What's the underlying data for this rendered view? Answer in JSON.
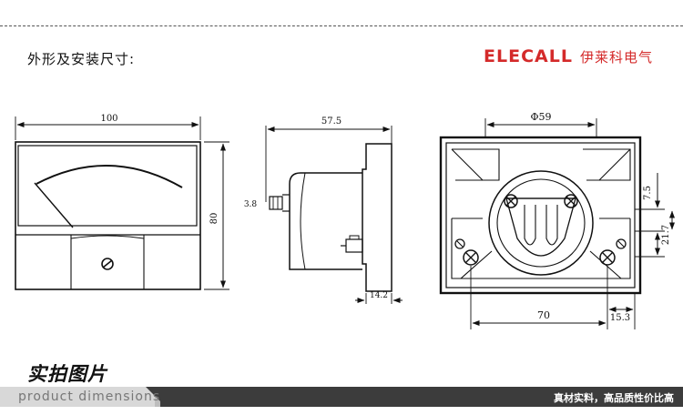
{
  "header": {
    "title": "外形及安装尺寸:",
    "brand_latin": "ELECALL",
    "brand_cn": "伊莱科电气"
  },
  "front_view": {
    "width_dim": "100",
    "height_dim": "80"
  },
  "side_view": {
    "length_dim": "57.5",
    "shaft_dim": "3.8",
    "flange_dim": "14.2"
  },
  "rear_view": {
    "diameter_dim": "Φ59",
    "dim_top_gap": "7.5",
    "dim_hole_gap": "21.7",
    "dim_hole_spacing": "70",
    "dim_edge": "15.3"
  },
  "footer": {
    "title": "实拍图片",
    "subtitle": "product dimensions",
    "slogan": "真材实料，高品质性价比高"
  },
  "colors": {
    "brand": "#d42a2a",
    "line": "#111111",
    "footer_dark": "#3c3c3c",
    "footer_light": "#d8d8d8"
  }
}
